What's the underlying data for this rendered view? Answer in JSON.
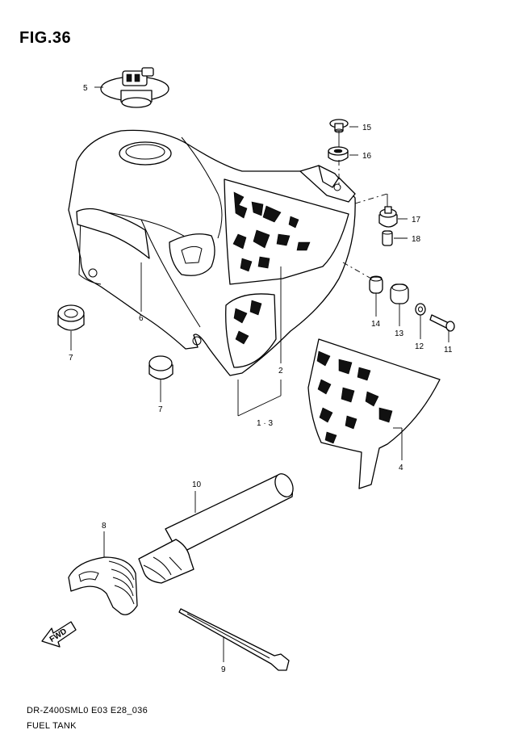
{
  "figure": {
    "title": "FIG.36",
    "model_code": "DR-Z400SML0 E03 E28_036",
    "name": "FUEL TANK"
  },
  "callouts": {
    "p1_3": "1 · 3",
    "p2": "2",
    "p4": "4",
    "p5": "5",
    "p6": "6",
    "p7a": "7",
    "p7b": "7",
    "p8": "8",
    "p9": "9",
    "p10": "10",
    "p11": "11",
    "p12": "12",
    "p13": "13",
    "p14": "14",
    "p15": "15",
    "p16": "16",
    "p17": "17",
    "p18": "18"
  },
  "fwd_arrow_label": "FWD"
}
